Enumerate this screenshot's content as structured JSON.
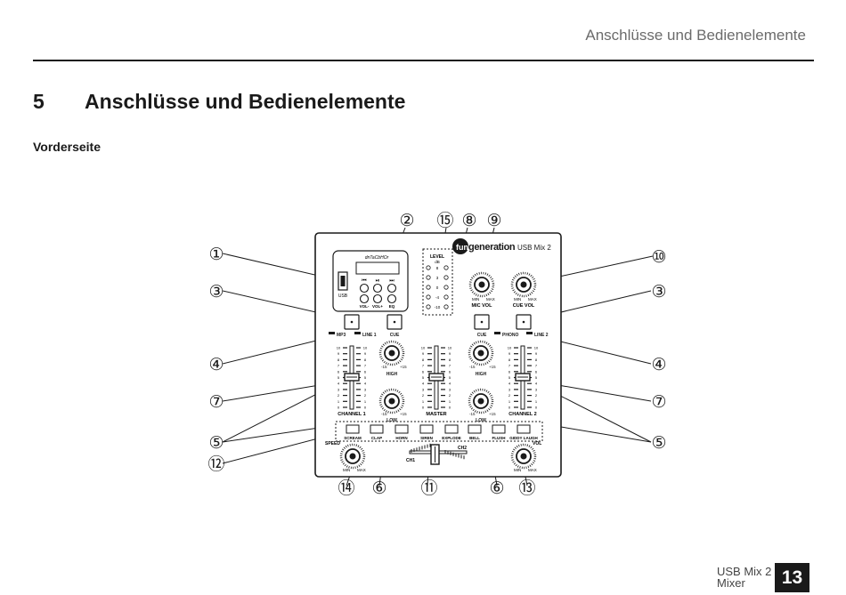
{
  "header": {
    "running_title": "Anschlüsse und Bedienelemente"
  },
  "chapter": {
    "number": "5",
    "title": "Anschlüsse und Bedienelemente"
  },
  "section": {
    "title": "Vorderseite"
  },
  "device": {
    "brand": "fun generation",
    "brand_short": "fun",
    "brand_rest": "generation",
    "model": "USB Mix 2",
    "display_brand": "dnTaCbHOr",
    "usb": "USB",
    "mp3": "MP3",
    "line1": "LINE 1",
    "cue": "CUE",
    "phono": "PHONO",
    "line2": "LINE 2",
    "level": "LEVEL",
    "level_unit": "dB",
    "level_scale": [
      "8",
      "3",
      "0",
      "-4",
      "-10"
    ],
    "player_buttons": [
      "VOL-",
      "VOL+",
      "EQ"
    ],
    "min": "MIN",
    "max": "MAX",
    "mic_vol": "MIC VOL",
    "cue_vol": "CUE VOL",
    "high": "HIGH",
    "low": "LOW",
    "minus15": "-15",
    "plus15": "+15",
    "channel1": "CHANNEL 1",
    "master": "MASTER",
    "channel2": "CHANNEL 2",
    "fader_scale": [
      "10",
      "9",
      "8",
      "7",
      "6",
      "5",
      "4",
      "3",
      "2",
      "1",
      "0"
    ],
    "effects": [
      "SCREAM",
      "CLAP",
      "HORN",
      "SIREN",
      "EXPLODE",
      "BELL",
      "FLUSH",
      "GIDDY LAUGH"
    ],
    "speed": "SPEED",
    "vol": "VOL",
    "ch1": "CH1",
    "ch2": "CH2"
  },
  "callouts": [
    "①",
    "②",
    "③",
    "④",
    "⑤",
    "⑥",
    "⑦",
    "⑧",
    "⑨",
    "⑩",
    "⑪",
    "⑫",
    "⑬",
    "⑭",
    "⑮"
  ],
  "footer": {
    "product": "USB Mix 2",
    "category": "Mixer",
    "page": "13"
  }
}
